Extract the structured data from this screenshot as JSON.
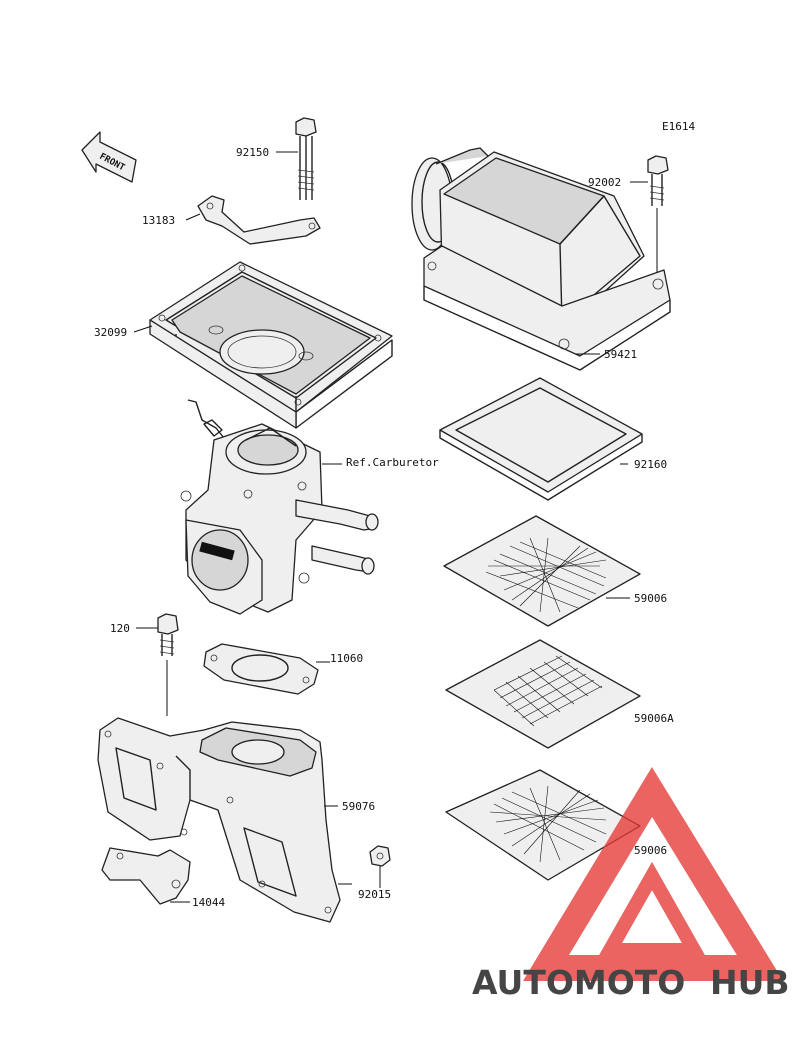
{
  "diagram_code": "E1614",
  "front_label": "FRONT",
  "parts": [
    {
      "id": "92150",
      "label": "92150"
    },
    {
      "id": "13183",
      "label": "13183"
    },
    {
      "id": "32099",
      "label": "32099"
    },
    {
      "id": "ref-carburetor",
      "label": "Ref.Carburetor"
    },
    {
      "id": "120",
      "label": "120"
    },
    {
      "id": "11060",
      "label": "11060"
    },
    {
      "id": "59076",
      "label": "59076"
    },
    {
      "id": "92015",
      "label": "92015"
    },
    {
      "id": "14044",
      "label": "14044"
    },
    {
      "id": "92002",
      "label": "92002"
    },
    {
      "id": "59421",
      "label": "59421"
    },
    {
      "id": "92160",
      "label": "92160"
    },
    {
      "id": "59006-a",
      "label": "59006"
    },
    {
      "id": "59006A",
      "label": "59006A"
    },
    {
      "id": "59006-b",
      "label": "59006"
    }
  ],
  "watermark": {
    "part1": "AUTOMOTO",
    "part2": "HUB",
    "color1": "#f5a33a",
    "color2": "#4a4a4a",
    "triangle_color": "#e53935"
  }
}
